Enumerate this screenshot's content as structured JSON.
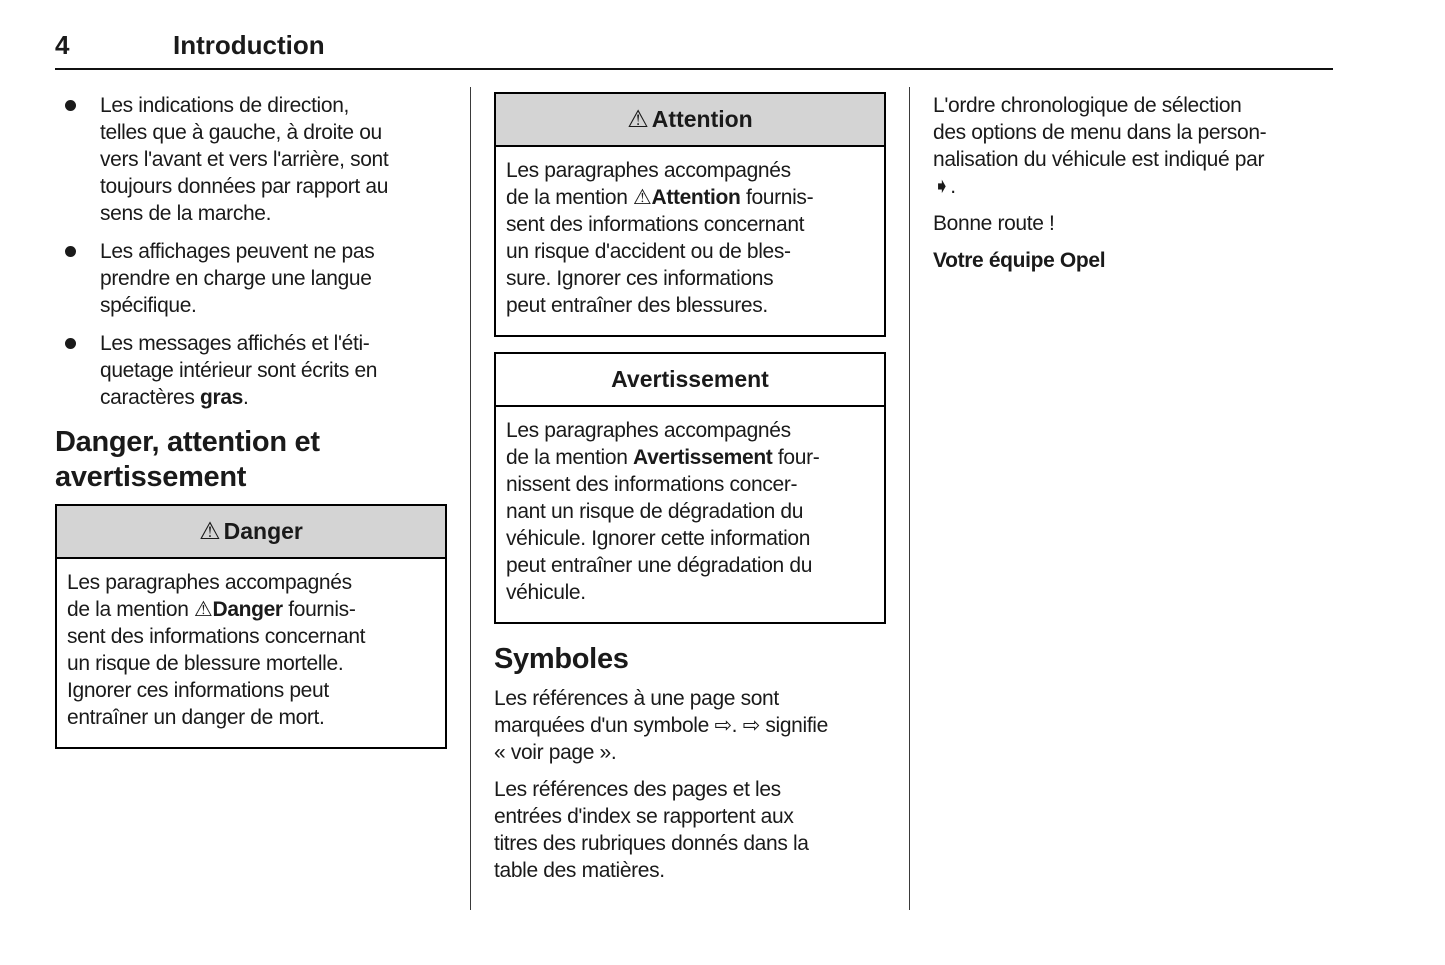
{
  "colors": {
    "text": "#1a1a1a",
    "rule": "#111111",
    "divider": "#3a3a3a",
    "border": "#000000",
    "box_header_bg": "#d4d4d4"
  },
  "icons": {
    "warning_triangle": "⚠",
    "see_page_arrow": "⇨",
    "menu_sequence_arrow": "➧"
  },
  "page": {
    "number": "4",
    "title": "Introduction"
  },
  "left_column": {
    "bullets": [
      {
        "lines": [
          [
            {
              "t": "Les indications de direction,"
            }
          ],
          [
            {
              "t": "telles que à gauche, à droite ou"
            }
          ],
          [
            {
              "t": "vers l'avant et vers l'arrière, sont"
            }
          ],
          [
            {
              "t": "toujours données par rapport au"
            }
          ],
          [
            {
              "t": "sens de la marche."
            }
          ]
        ]
      },
      {
        "lines": [
          [
            {
              "t": "Les affichages peuvent ne pas"
            }
          ],
          [
            {
              "t": "prendre en charge une langue"
            }
          ],
          [
            {
              "t": "spécifique."
            }
          ]
        ]
      },
      {
        "lines": [
          [
            {
              "t": "Les messages affichés et l'éti-"
            }
          ],
          [
            {
              "t": "quetage intérieur sont écrits en"
            }
          ],
          [
            {
              "t": "caractères "
            },
            {
              "t": "gras",
              "b": true
            },
            {
              "t": "."
            }
          ]
        ]
      }
    ],
    "section_heading": "Danger, attention et\navertissement",
    "danger_box": {
      "title": "Danger",
      "body": [
        [
          {
            "t": "Les paragraphes accompagnés"
          }
        ],
        [
          {
            "t": "de la mention ⚠"
          },
          {
            "t": "Danger",
            "b": true
          },
          {
            "t": " fournis-"
          }
        ],
        [
          {
            "t": "sent des informations concernant"
          }
        ],
        [
          {
            "t": "un risque de blessure mortelle."
          }
        ],
        [
          {
            "t": "Ignorer ces informations peut"
          }
        ],
        [
          {
            "t": "entraîner un danger de mort."
          }
        ]
      ]
    }
  },
  "middle_column": {
    "attention_box": {
      "title": "Attention",
      "body": [
        [
          {
            "t": "Les paragraphes accompagnés"
          }
        ],
        [
          {
            "t": "de la mention ⚠"
          },
          {
            "t": "Attention",
            "b": true
          },
          {
            "t": " fournis-"
          }
        ],
        [
          {
            "t": "sent des informations concernant"
          }
        ],
        [
          {
            "t": "un risque d'accident ou de bles-"
          }
        ],
        [
          {
            "t": "sure. Ignorer ces informations"
          }
        ],
        [
          {
            "t": "peut entraîner des blessures."
          }
        ]
      ]
    },
    "avertissement_box": {
      "title": "Avertissement",
      "body": [
        [
          {
            "t": "Les paragraphes accompagnés"
          }
        ],
        [
          {
            "t": "de la mention "
          },
          {
            "t": "Avertissement",
            "b": true
          },
          {
            "t": " four-"
          }
        ],
        [
          {
            "t": "nissent des informations concer-"
          }
        ],
        [
          {
            "t": "nant un risque de dégradation du"
          }
        ],
        [
          {
            "t": "véhicule. Ignorer cette information"
          }
        ],
        [
          {
            "t": "peut entraîner une dégradation du"
          }
        ],
        [
          {
            "t": "véhicule."
          }
        ]
      ]
    },
    "symbols_heading": "Symboles",
    "symbols_para1": [
      [
        {
          "t": "Les références à une page sont"
        }
      ],
      [
        {
          "t": "marquées d'un symbole ⇨. ⇨ signifie"
        }
      ],
      [
        {
          "t": "« voir page »."
        }
      ]
    ],
    "symbols_para2": [
      [
        {
          "t": "Les références des pages et les"
        }
      ],
      [
        {
          "t": "entrées d'index se rapportent aux"
        }
      ],
      [
        {
          "t": "titres des rubriques donnés dans la"
        }
      ],
      [
        {
          "t": "table des matières."
        }
      ]
    ]
  },
  "right_column": {
    "para1": [
      [
        {
          "t": "L'ordre chronologique de sélection"
        }
      ],
      [
        {
          "t": "des options de menu dans la person-"
        }
      ],
      [
        {
          "t": "nalisation du véhicule est indiqué par"
        }
      ],
      [
        {
          "t": "➧."
        }
      ]
    ],
    "para2": [
      [
        {
          "t": "Bonne route !"
        }
      ]
    ],
    "para3": [
      [
        {
          "t": "Votre équipe Opel",
          "b": true
        }
      ]
    ]
  }
}
